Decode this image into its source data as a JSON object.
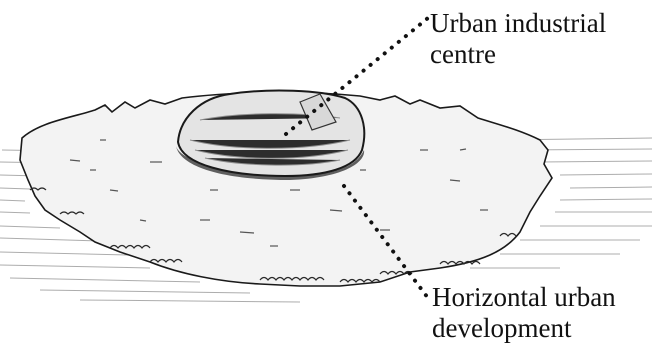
{
  "diagram": {
    "labels": {
      "urban_centre": {
        "line1": "Urban  industrial",
        "line2": "centre"
      },
      "horizontal_development": {
        "line1": "Horizontal urban",
        "line2": "development"
      }
    },
    "colors": {
      "ink": "#1a1a1a",
      "plate_fill": "#f3f3f3",
      "mound_fill": "#e4e4e4",
      "shadow": "#444444",
      "ground_hatch": "#8a8a8a"
    }
  }
}
